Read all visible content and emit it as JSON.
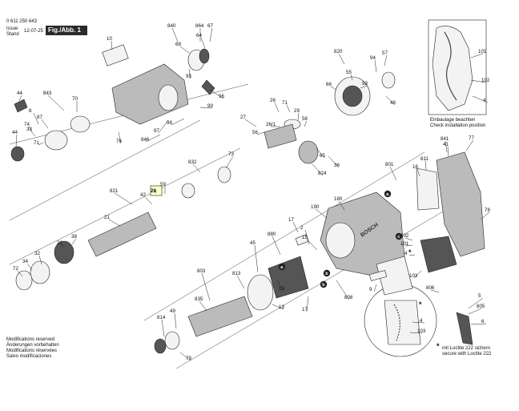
{
  "header": {
    "part_number": "0 611 250 643",
    "issue_label_en": "Issue",
    "issue_label_de": "Stand",
    "issue_date": "12-07-25",
    "figure_label": "Fig./Abb. 1"
  },
  "notes": {
    "install_de": "Einbaulage beachten",
    "install_en": "Check installation position",
    "loctite_de": "mit Loctite 222 sichern",
    "loctite_en": "secure with Loctite 222",
    "brand": "BOSCH"
  },
  "modifications": [
    "Modifications reserved",
    "Änderungen vorbehalten",
    "Modifications réservées",
    "Salvo modificaciones"
  ],
  "highlighted_part": "28",
  "parts": [
    {
      "id": "p10",
      "label": "10"
    },
    {
      "id": "p840",
      "label": "840"
    },
    {
      "id": "p68",
      "label": "68"
    },
    {
      "id": "p864",
      "label": "864"
    },
    {
      "id": "p67",
      "label": "67"
    },
    {
      "id": "p64",
      "label": "64"
    },
    {
      "id": "p95",
      "label": "95"
    },
    {
      "id": "p843",
      "label": "843"
    },
    {
      "id": "p44a",
      "label": "44"
    },
    {
      "id": "p70",
      "label": "70"
    },
    {
      "id": "p99",
      "label": "99"
    },
    {
      "id": "p96",
      "label": "96"
    },
    {
      "id": "p8",
      "label": "8"
    },
    {
      "id": "p74",
      "label": "74"
    },
    {
      "id": "p87",
      "label": "87"
    },
    {
      "id": "p98",
      "label": "98"
    },
    {
      "id": "p44b",
      "label": "44"
    },
    {
      "id": "p846",
      "label": "846"
    },
    {
      "id": "p97",
      "label": "97"
    },
    {
      "id": "p76",
      "label": "76"
    },
    {
      "id": "p71",
      "label": "71"
    },
    {
      "id": "p33",
      "label": "33"
    },
    {
      "id": "p820",
      "label": "820"
    },
    {
      "id": "p94",
      "label": "94"
    },
    {
      "id": "p57",
      "label": "57"
    },
    {
      "id": "p66",
      "label": "66"
    },
    {
      "id": "p55",
      "label": "55"
    },
    {
      "id": "p93",
      "label": "93"
    },
    {
      "id": "p48",
      "label": "48"
    },
    {
      "id": "p26",
      "label": "26"
    },
    {
      "id": "p27",
      "label": "27"
    },
    {
      "id": "p56",
      "label": "56"
    },
    {
      "id": "p261",
      "label": "26/1"
    },
    {
      "id": "p71b",
      "label": "71"
    },
    {
      "id": "p29",
      "label": "29"
    },
    {
      "id": "p58",
      "label": "58"
    },
    {
      "id": "p65",
      "label": "65"
    },
    {
      "id": "p824",
      "label": "824"
    },
    {
      "id": "p36",
      "label": "36"
    },
    {
      "id": "p832",
      "label": "832"
    },
    {
      "id": "p73",
      "label": "73"
    },
    {
      "id": "p821",
      "label": "821"
    },
    {
      "id": "p59",
      "label": "59"
    },
    {
      "id": "p42",
      "label": "42"
    },
    {
      "id": "p28",
      "label": "28"
    },
    {
      "id": "p21",
      "label": "21"
    },
    {
      "id": "p22",
      "label": "22"
    },
    {
      "id": "p38",
      "label": "38"
    },
    {
      "id": "p72",
      "label": "72"
    },
    {
      "id": "p34",
      "label": "34"
    },
    {
      "id": "p32",
      "label": "32"
    },
    {
      "id": "p801",
      "label": "801"
    },
    {
      "id": "p811",
      "label": "811"
    },
    {
      "id": "p16",
      "label": "16"
    },
    {
      "id": "p841",
      "label": "841"
    },
    {
      "id": "p41",
      "label": "41"
    },
    {
      "id": "p77",
      "label": "77"
    },
    {
      "id": "p180",
      "label": "180"
    },
    {
      "id": "p190",
      "label": "190"
    },
    {
      "id": "p17a",
      "label": "17"
    },
    {
      "id": "p78",
      "label": "78"
    },
    {
      "id": "p45",
      "label": "45"
    },
    {
      "id": "p880",
      "label": "880"
    },
    {
      "id": "p2",
      "label": "2"
    },
    {
      "id": "p15",
      "label": "15"
    },
    {
      "id": "p102a",
      "label": "102"
    },
    {
      "id": "p101a",
      "label": "101"
    },
    {
      "id": "p808",
      "label": "808"
    },
    {
      "id": "p9",
      "label": "9"
    },
    {
      "id": "p4a",
      "label": "4"
    },
    {
      "id": "p103a",
      "label": "103"
    },
    {
      "id": "p806",
      "label": "806"
    },
    {
      "id": "p803",
      "label": "803"
    },
    {
      "id": "p813",
      "label": "813"
    },
    {
      "id": "p19",
      "label": "19"
    },
    {
      "id": "p49",
      "label": "49"
    },
    {
      "id": "p835",
      "label": "835"
    },
    {
      "id": "p13",
      "label": "13"
    },
    {
      "id": "p17b",
      "label": "17"
    },
    {
      "id": "p814",
      "label": "814"
    },
    {
      "id": "p79",
      "label": "79"
    },
    {
      "id": "p101b",
      "label": "101"
    },
    {
      "id": "p102b",
      "label": "102"
    },
    {
      "id": "p4b",
      "label": "4"
    },
    {
      "id": "p5",
      "label": "5"
    },
    {
      "id": "p805",
      "label": "805"
    },
    {
      "id": "p6",
      "label": "6"
    },
    {
      "id": "p4c",
      "label": "4"
    },
    {
      "id": "p103b",
      "label": "103"
    }
  ],
  "markers": [
    {
      "id": "ma1",
      "label": "a"
    },
    {
      "id": "ma2",
      "label": "a"
    },
    {
      "id": "mb1",
      "label": "b"
    },
    {
      "id": "mb2",
      "label": "b"
    },
    {
      "id": "mc1",
      "label": "c"
    }
  ],
  "loctite_marks": [
    {
      "id": "s1",
      "label": "*"
    },
    {
      "id": "s2",
      "label": "*"
    },
    {
      "id": "s3",
      "label": "*"
    }
  ]
}
